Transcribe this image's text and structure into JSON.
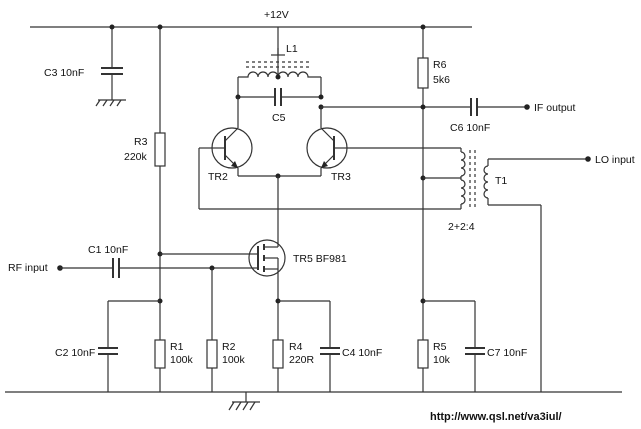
{
  "supply": {
    "label": "+12V"
  },
  "components": {
    "C3": "C3 10nF",
    "L1": "L1",
    "C5": "C5",
    "R6": {
      "name": "R6",
      "value": "5k6"
    },
    "R3": {
      "name": "R3",
      "value": "220k"
    },
    "TR2": "TR2",
    "TR3": "TR3",
    "T1": "T1",
    "C6": "C6 10nF",
    "C1": "C1 10nF",
    "TR5": "TR5 BF981",
    "C2": "C2 10nF",
    "R1": {
      "name": "R1",
      "value": "100k"
    },
    "R2": {
      "name": "R2",
      "value": "100k"
    },
    "R4": {
      "name": "R4",
      "value": "220R"
    },
    "C4": "C4 10nF",
    "R5": {
      "name": "R5",
      "value": "10k"
    },
    "C7": "C7 10nF"
  },
  "transformer_ratio": "2+2:4",
  "ports": {
    "if_output": "IF output",
    "lo_input": "LO input",
    "rf_input": "RF input"
  },
  "source_url": "http://www.qsl.net/va3iul/"
}
